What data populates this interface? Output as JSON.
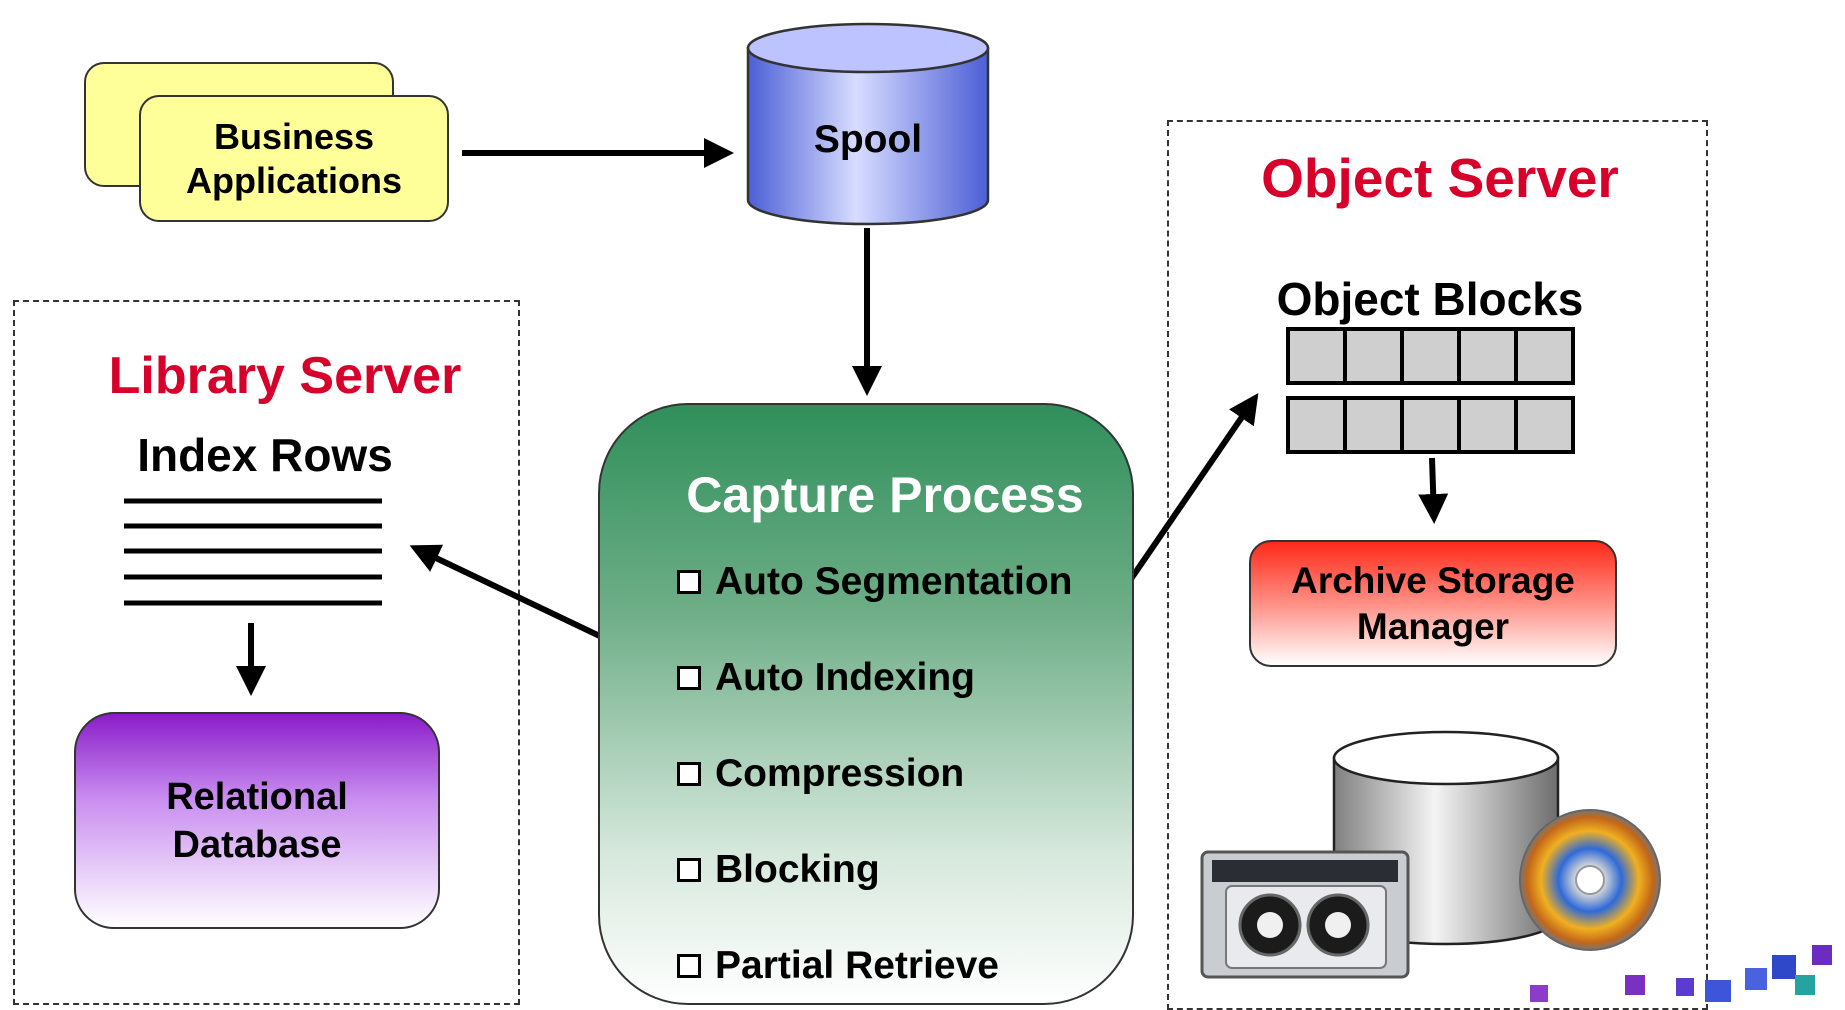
{
  "business_apps": {
    "line1": "Business",
    "line2": "Applications"
  },
  "spool": {
    "label": "Spool"
  },
  "library_server": {
    "title": "Library Server",
    "index_rows": "Index Rows"
  },
  "relational_db": {
    "line1": "Relational",
    "line2": "Database"
  },
  "capture": {
    "title": "Capture Process",
    "items": [
      {
        "label": "Auto Segmentation"
      },
      {
        "label": "Auto Indexing"
      },
      {
        "label": "Compression"
      },
      {
        "label": "Blocking"
      },
      {
        "label": "Partial Retrieve"
      }
    ]
  },
  "object_server": {
    "title": "Object Server",
    "blocks_label": "Object Blocks"
  },
  "archive": {
    "line1": "Archive Storage",
    "line2": "Manager"
  },
  "colors": {
    "accent_red": "#d6002a",
    "green": "#2f8f5a",
    "purple": "#8a1cc9",
    "blue": "#5a6ee0",
    "yellow": "#ffff99"
  }
}
